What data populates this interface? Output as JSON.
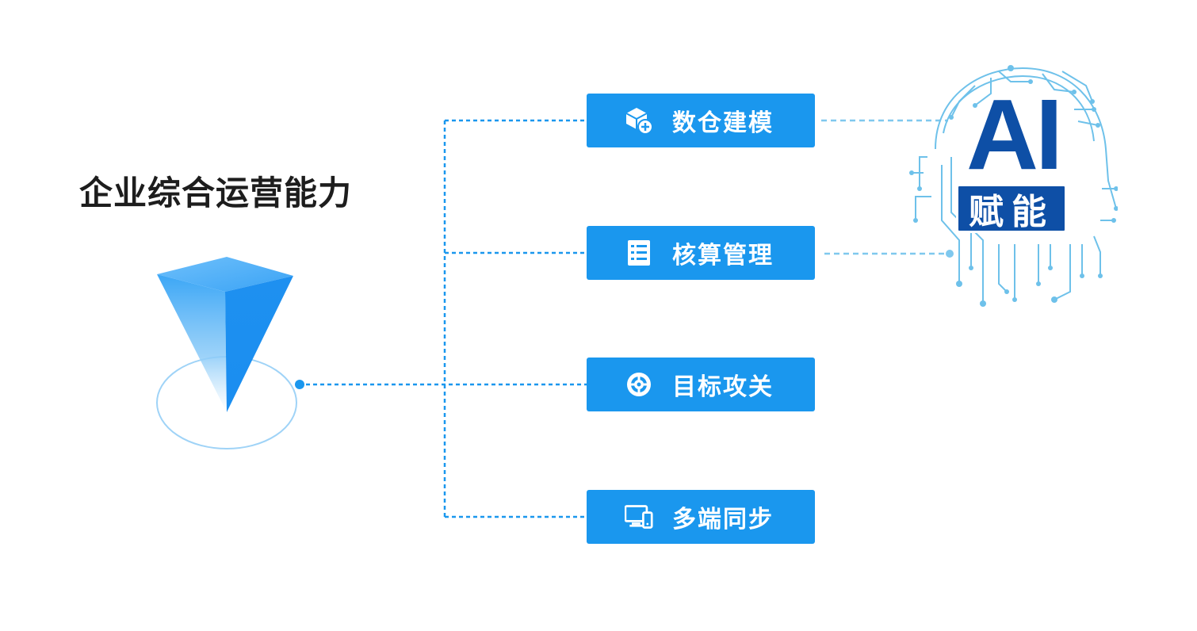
{
  "title": "企业综合运营能力",
  "capabilities": [
    {
      "label": "数仓建模",
      "icon": "cube-plus-icon"
    },
    {
      "label": "核算管理",
      "icon": "list-icon"
    },
    {
      "label": "目标攻关",
      "icon": "target-icon"
    },
    {
      "label": "多端同步",
      "icon": "devices-icon"
    }
  ],
  "ai_badge": {
    "main": "AI",
    "sub": "赋能"
  },
  "colors": {
    "accent": "#1a97ee",
    "connector": "#1a97ee",
    "ai_connector": "#7fc8ee",
    "ai_brand": "#0e4fa6",
    "circuit": "#6ec1ea"
  }
}
